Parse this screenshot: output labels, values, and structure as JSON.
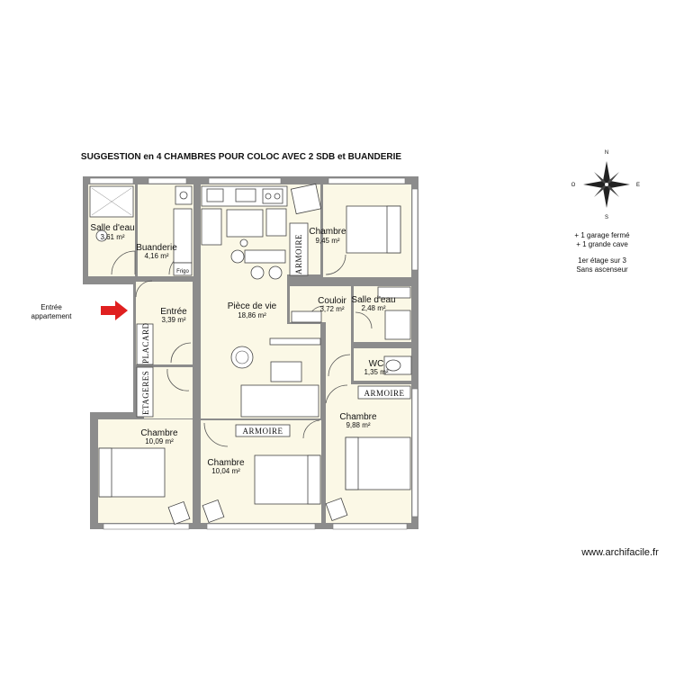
{
  "title": "SUGGESTION en 4 CHAMBRES POUR COLOC AVEC 2 SDB et BUANDERIE",
  "entry_label_line1": "Entrée",
  "entry_label_line2": "appartement",
  "compass": {
    "n": "N",
    "s": "S",
    "e": "E",
    "o": "O"
  },
  "notes": [
    "+ 1 garage fermé",
    "+ 1 grande cave",
    "1er étage sur 3",
    "Sans ascenseur"
  ],
  "watermark": "www.archifacile.fr",
  "rooms": [
    {
      "name": "Salle d'eau",
      "area": "3,61 m²"
    },
    {
      "name": "Buanderie",
      "area": "4,16 m²"
    },
    {
      "name": "Chambre",
      "area": "9,45 m²"
    },
    {
      "name": "Entrée",
      "area": "3,39 m²"
    },
    {
      "name": "Pièce de vie",
      "area": "18,86 m²"
    },
    {
      "name": "Couloir",
      "area": "3,72 m²"
    },
    {
      "name": "Salle d'eau",
      "area": "2,48 m²"
    },
    {
      "name": "WC",
      "area": "1,35 m²"
    },
    {
      "name": "Chambre",
      "area": "9,88 m²"
    },
    {
      "name": "Chambre",
      "area": "10,09 m²"
    },
    {
      "name": "Chambre",
      "area": "10,04 m²"
    }
  ],
  "furniture_labels": {
    "armoire": "ARMOIRE",
    "placard": "PLACARD",
    "etageres": "ETAGERES",
    "frigo": "Frigo"
  },
  "colors": {
    "wall": "#8c8c8c",
    "floor": "#fbf8e6",
    "arrow": "#e02020"
  }
}
